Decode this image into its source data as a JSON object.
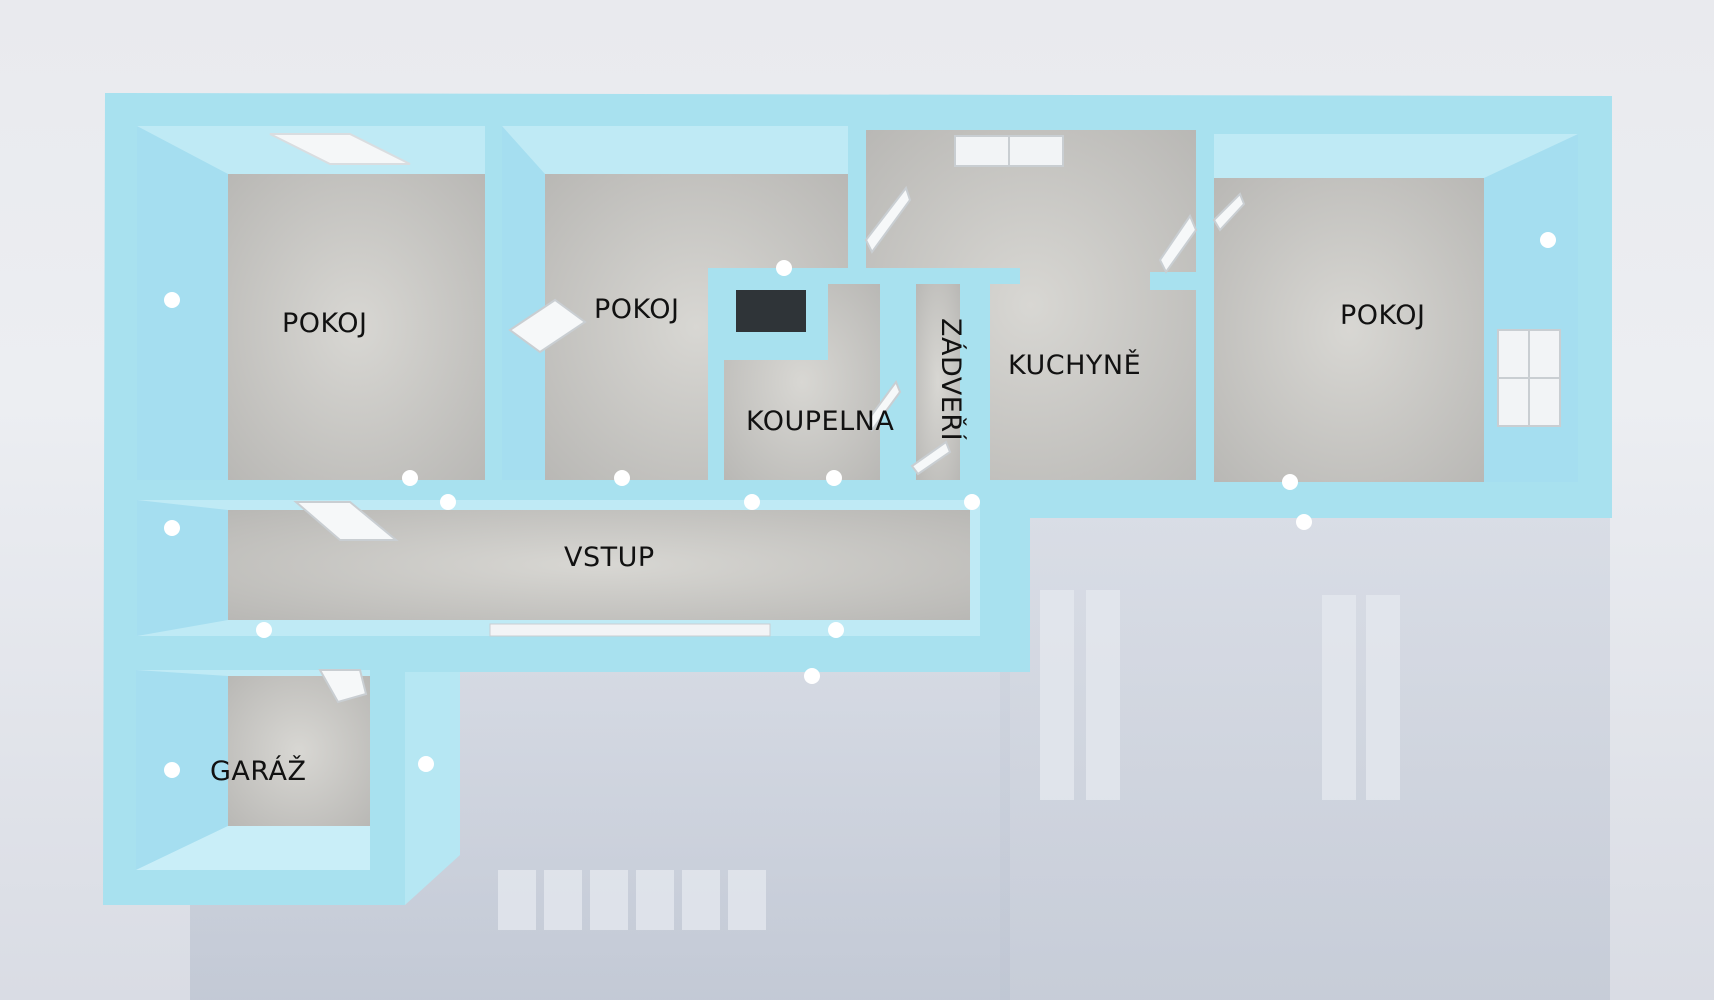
{
  "floorplan": {
    "wall_color": "#a9e2f0",
    "wall_highlight": "#d9f4fb",
    "floor_color": "#c9c8c4",
    "reflection_color": "#c8cfdb",
    "rooms": [
      {
        "id": "pokoj-1",
        "label": "POKOJ"
      },
      {
        "id": "pokoj-2",
        "label": "POKOJ"
      },
      {
        "id": "koupelna",
        "label": "KOUPELNA"
      },
      {
        "id": "zadveri",
        "label": "ZÁDVEŘÍ"
      },
      {
        "id": "kuchyne",
        "label": "KUCHYNĚ"
      },
      {
        "id": "pokoj-3",
        "label": "POKOJ"
      },
      {
        "id": "vstup",
        "label": "VSTUP"
      },
      {
        "id": "garaz",
        "label": "GARÁŽ"
      }
    ]
  }
}
